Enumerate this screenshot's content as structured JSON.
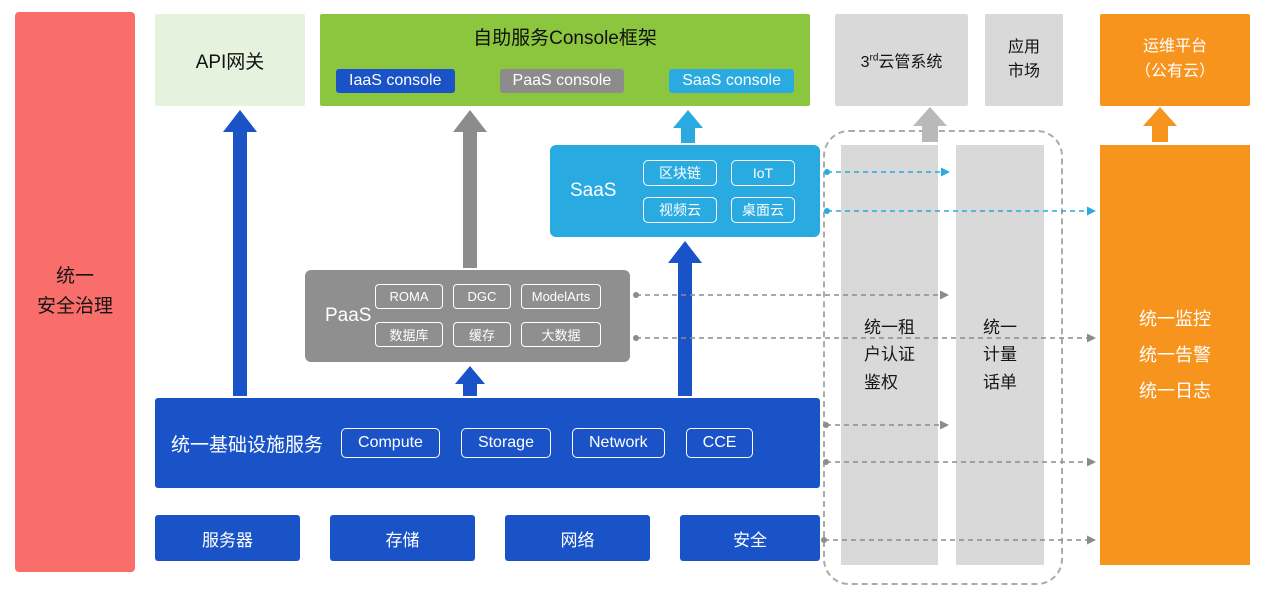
{
  "palette": {
    "red": "#F96E6B",
    "green": "#8CC63E",
    "light_green": "#E4F2DE",
    "blue": "#1A53C7",
    "gray": "#8F8F8F",
    "light_gray": "#D9D9D9",
    "cyan": "#29ABE2",
    "orange": "#F7941E"
  },
  "security_bar": {
    "label": "统一\n安全治理"
  },
  "api_gateway": {
    "label": "API网关"
  },
  "console_frame": {
    "title": "自助服务Console框架",
    "iaas_console": "IaaS console",
    "paas_console": "PaaS console",
    "saas_console": "SaaS console"
  },
  "third_party_cms": {
    "prefix": "3",
    "sup": "rd",
    "suffix": "云管系统"
  },
  "app_market": {
    "label": "应用\n市场"
  },
  "om_platform": {
    "label": "运维平台\n（公有云）"
  },
  "saas": {
    "label": "SaaS",
    "items": [
      "区块链",
      "IoT",
      "视频云",
      "桌面云"
    ]
  },
  "paas": {
    "label": "PaaS",
    "items": [
      "ROMA",
      "DGC",
      "ModelArts",
      "数据库",
      "缓存",
      "大数据"
    ]
  },
  "infrastructure": {
    "label": "统一基础设施服务",
    "items": [
      "Compute",
      "Storage",
      "Network",
      "CCE"
    ]
  },
  "hardware": {
    "items": [
      "服务器",
      "存储",
      "网络",
      "安全"
    ]
  },
  "auth_bar": {
    "label": "统一租\n户认证\n鉴权"
  },
  "billing_bar": {
    "label": "统一\n计量\n话单"
  },
  "monitoring_bar": {
    "label": "统一监控\n统一告警\n统一日志"
  }
}
